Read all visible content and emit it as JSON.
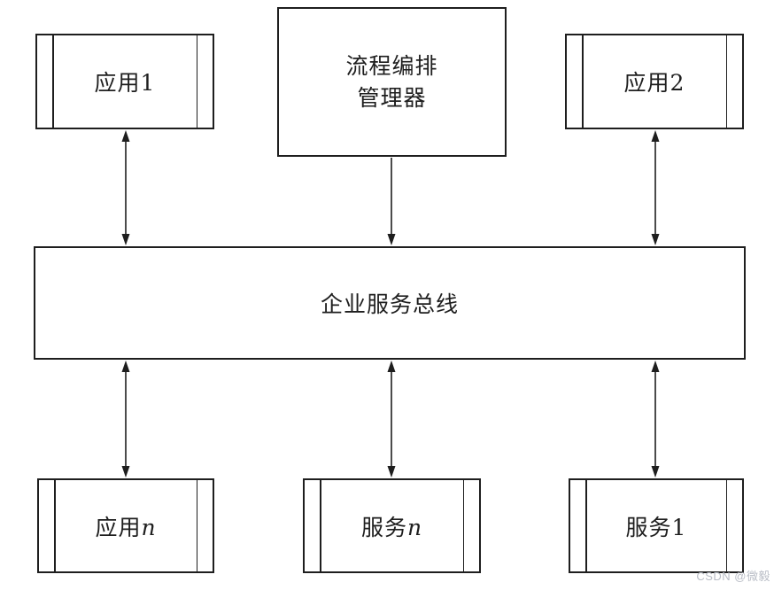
{
  "diagram": {
    "nodes": {
      "app1": {
        "label": "应用1",
        "var": ""
      },
      "orchestrator": {
        "label": "流程编排\n管理器"
      },
      "app2": {
        "label": "应用2",
        "var": ""
      },
      "bus": {
        "label": "企业服务总线"
      },
      "appn": {
        "label": "应用",
        "var": "n"
      },
      "servicen": {
        "label": "服务",
        "var": "n"
      },
      "service1": {
        "label": "服务1",
        "var": ""
      }
    },
    "connections": [
      {
        "from": "app1",
        "to": "bus",
        "type": "bidirectional"
      },
      {
        "from": "orchestrator",
        "to": "bus",
        "type": "directed"
      },
      {
        "from": "app2",
        "to": "bus",
        "type": "bidirectional"
      },
      {
        "from": "bus",
        "to": "appn",
        "type": "bidirectional"
      },
      {
        "from": "bus",
        "to": "servicen",
        "type": "bidirectional"
      },
      {
        "from": "bus",
        "to": "service1",
        "type": "bidirectional"
      }
    ],
    "watermark": "CSDN @微毅",
    "colors": {
      "line": "#1e1e1e",
      "background": "#ffffff",
      "watermark": "#b9bdc6"
    }
  }
}
